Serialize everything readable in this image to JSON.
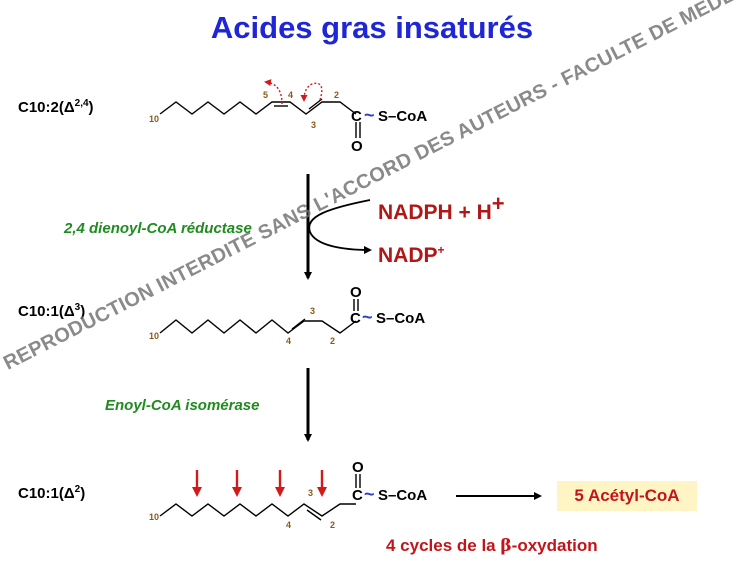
{
  "title": "Acides gras insaturés",
  "compounds": [
    {
      "name_main": "C10:2(Δ",
      "name_sup": "2,4",
      "name_end": ")"
    },
    {
      "name_main": "C10:1(Δ",
      "name_sup": "3",
      "name_end": ")"
    },
    {
      "name_main": "C10:1(Δ",
      "name_sup": "2",
      "name_end": ")"
    }
  ],
  "enzymes": {
    "reductase": "2,4 dienoyl-CoA réductase",
    "isomerase": "Enoyl-CoA isomérase"
  },
  "cofactors": {
    "in_main": "NADPH + H",
    "in_sup": "+",
    "out_main": "NADP",
    "out_sup": "+"
  },
  "structure_labels": {
    "c": "C",
    "o": "O",
    "s_coa": "S–CoA",
    "n10": "10",
    "n5": "5",
    "n4": "4",
    "n3": "3",
    "n2": "2"
  },
  "product": "5 Acétyl-CoA",
  "cycles_main": "4 cycles de la ",
  "cycles_beta": "β",
  "cycles_end": "-oxydation",
  "watermark": "REPRODUCTION INTERDITE SANS L'ACCORD DES AUTEURS - FACULTE DE MEDECIN - UNIV",
  "colors": {
    "title": "#1f26d6",
    "enzyme": "#1f8c1f",
    "cofactor": "#b01818",
    "product_bg": "#fff5c4",
    "product_text": "#c4141a",
    "position_number": "#8a5a1a",
    "tilde": "#2a3bd0",
    "red_arrow": "#d21a1a"
  }
}
